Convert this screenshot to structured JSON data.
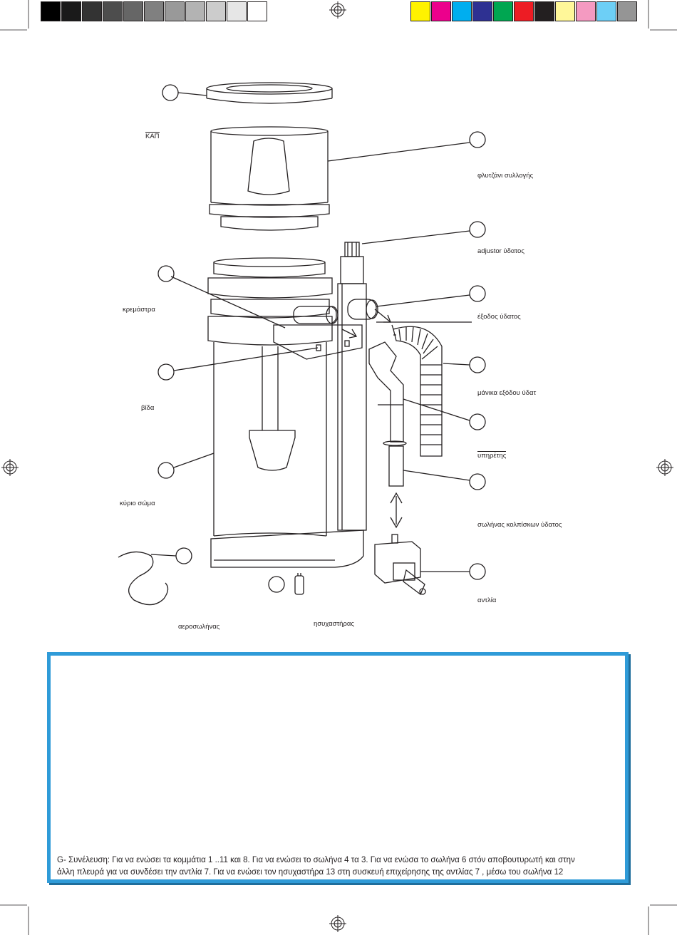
{
  "colors": {
    "grayscale": [
      "#000000",
      "#1a1a1a",
      "#333333",
      "#4d4d4d",
      "#666666",
      "#808080",
      "#999999",
      "#b3b3b3",
      "#cccccc",
      "#e6e6e6",
      "#ffffff"
    ],
    "process": [
      "#fff200",
      "#ec008c",
      "#00aeef",
      "#2e3192",
      "#00a651",
      "#ed1c24",
      "#231f20",
      "#fff799",
      "#f49ac1",
      "#6dcff6",
      "#959595"
    ],
    "frame_blue": "#2f9bd8"
  },
  "labels": {
    "cap": "ΚΑΠ",
    "collection_cup": "φλυτζάνι συλλογής",
    "water_adjuster": "adjustor ύδατος",
    "water_outlet": "έξοδος ύδατος",
    "hanger": "κρεμάστρα",
    "outlet_hose": "μάνικα εξόδου ύδατ",
    "screw": "βίδα",
    "servant": "υπηρέτης",
    "main_body": "κύριο σώμα",
    "water_bubble_pipe": "σωλήνας κολπίσκων ύδατος",
    "pump": "αντλία",
    "air_tube": "αεροσωλήνας",
    "silencer": "ησυχαστήρας"
  },
  "instructions": {
    "line1": "G- Συνέλευση: Για να ενώσει τα κομμάτια 1 ..11  και 8. Για να ενώσει το σωλήνα 4 τα 3. Για να ενώσα το  σωλήνα 6 στόν αποβουτυρωτή και στην",
    "line2": " άλλη πλευρά για να συνδέσει την αντλία 7. Για να ενώσει τον  ησυχαστήρα 13 στη συσκευή επιχείρησης  της αντλίας 7 , μέσω του σωλήνα 12"
  }
}
